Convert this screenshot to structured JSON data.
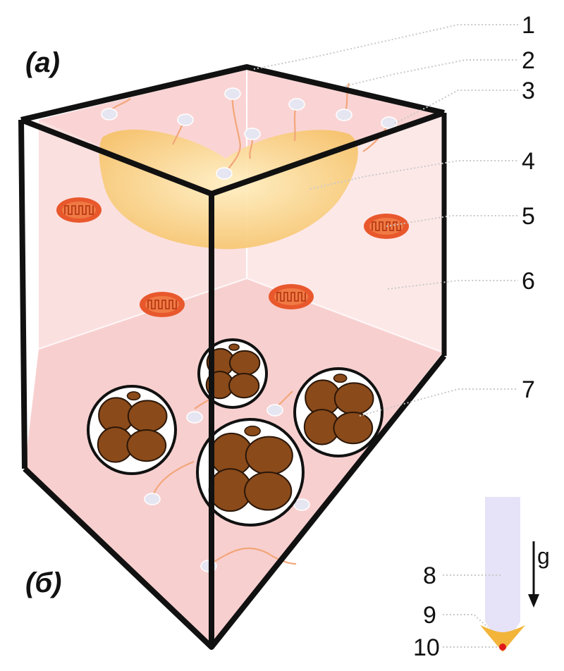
{
  "panels": {
    "a": "(а)",
    "b": "(б)"
  },
  "callouts": [
    "1",
    "2",
    "3",
    "4",
    "5",
    "6",
    "7",
    "8",
    "9",
    "10"
  ],
  "gravity_label": "g",
  "colors": {
    "cell_wall_fill": "#fbd6d6",
    "cell_wall_stroke": "#111111",
    "vacuole": "#f6c36a",
    "mitochondria": "#e8582c",
    "amyloplast_inner": "#8a4a1a",
    "plasmodesmata_strand": "#f2a67a",
    "tube": "#e6e2f7",
    "pellet": "#f2b53a",
    "pellet_core": "#e01a1a"
  }
}
